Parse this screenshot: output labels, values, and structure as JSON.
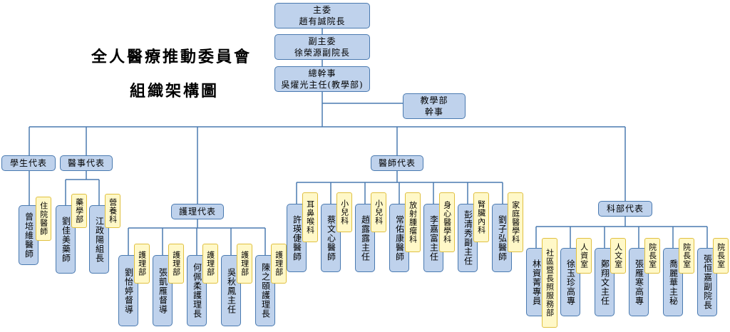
{
  "title": {
    "line1": "全人醫療推動委員會",
    "line2": "組織架構圖"
  },
  "top": [
    {
      "role": "主委",
      "name": "趙有誠院長"
    },
    {
      "role": "副主委",
      "name": "徐榮源副院長"
    },
    {
      "role": "總幹事",
      "name": "吳燿光主任(教學部)"
    }
  ],
  "side": {
    "role": "教學部",
    "name": "幹事"
  },
  "groups": {
    "student": "學生代表",
    "medical_affairs": "醫事代表",
    "nursing": "護理代表",
    "physician": "醫師代表",
    "department": "科部代表"
  },
  "student_members": [
    {
      "dept": "住院醫師",
      "name": "曾培維醫師"
    }
  ],
  "medical_affairs_members": [
    {
      "dept": "藥學部",
      "name": "劉佳美藥師"
    },
    {
      "dept": "營養科",
      "name": "江政陽組長"
    }
  ],
  "nursing_members": [
    {
      "dept": "護理部",
      "name": "劉怡婷督導"
    },
    {
      "dept": "護理部",
      "name": "張凱雁督導"
    },
    {
      "dept": "護理部",
      "name": "何佩柔護理長"
    },
    {
      "dept": "護理部",
      "name": "吳秋鳳主任"
    },
    {
      "dept": "護理部",
      "name": "陳之頤護理長"
    }
  ],
  "physician_members": [
    {
      "dept": "耳鼻喉科",
      "name": "許瑛倢醫師"
    },
    {
      "dept": "小兒科",
      "name": "蔡文心醫師"
    },
    {
      "dept": "小兒科",
      "name": "趙露露主任"
    },
    {
      "dept": "放射腫瘤科",
      "name": "常佑康醫師"
    },
    {
      "dept": "身心醫學科",
      "name": "李嘉富主任"
    },
    {
      "dept": "腎臟內科",
      "name": "彭清秀副主任"
    },
    {
      "dept": "家庭醫學科",
      "name": "劉子弘醫師"
    }
  ],
  "department_members": [
    {
      "dept": "社區暨長照服務部",
      "name": "林資菁專員"
    },
    {
      "dept": "人資室",
      "name": "徐玉珍高專"
    },
    {
      "dept": "人文室",
      "name": "鄭翔文主任"
    },
    {
      "dept": "院長室",
      "name": "張雁寒高專"
    },
    {
      "dept": "院長室",
      "name": "喬麗華主秘"
    },
    {
      "dept": "院長室",
      "name": "張恒嘉副院長"
    }
  ]
}
